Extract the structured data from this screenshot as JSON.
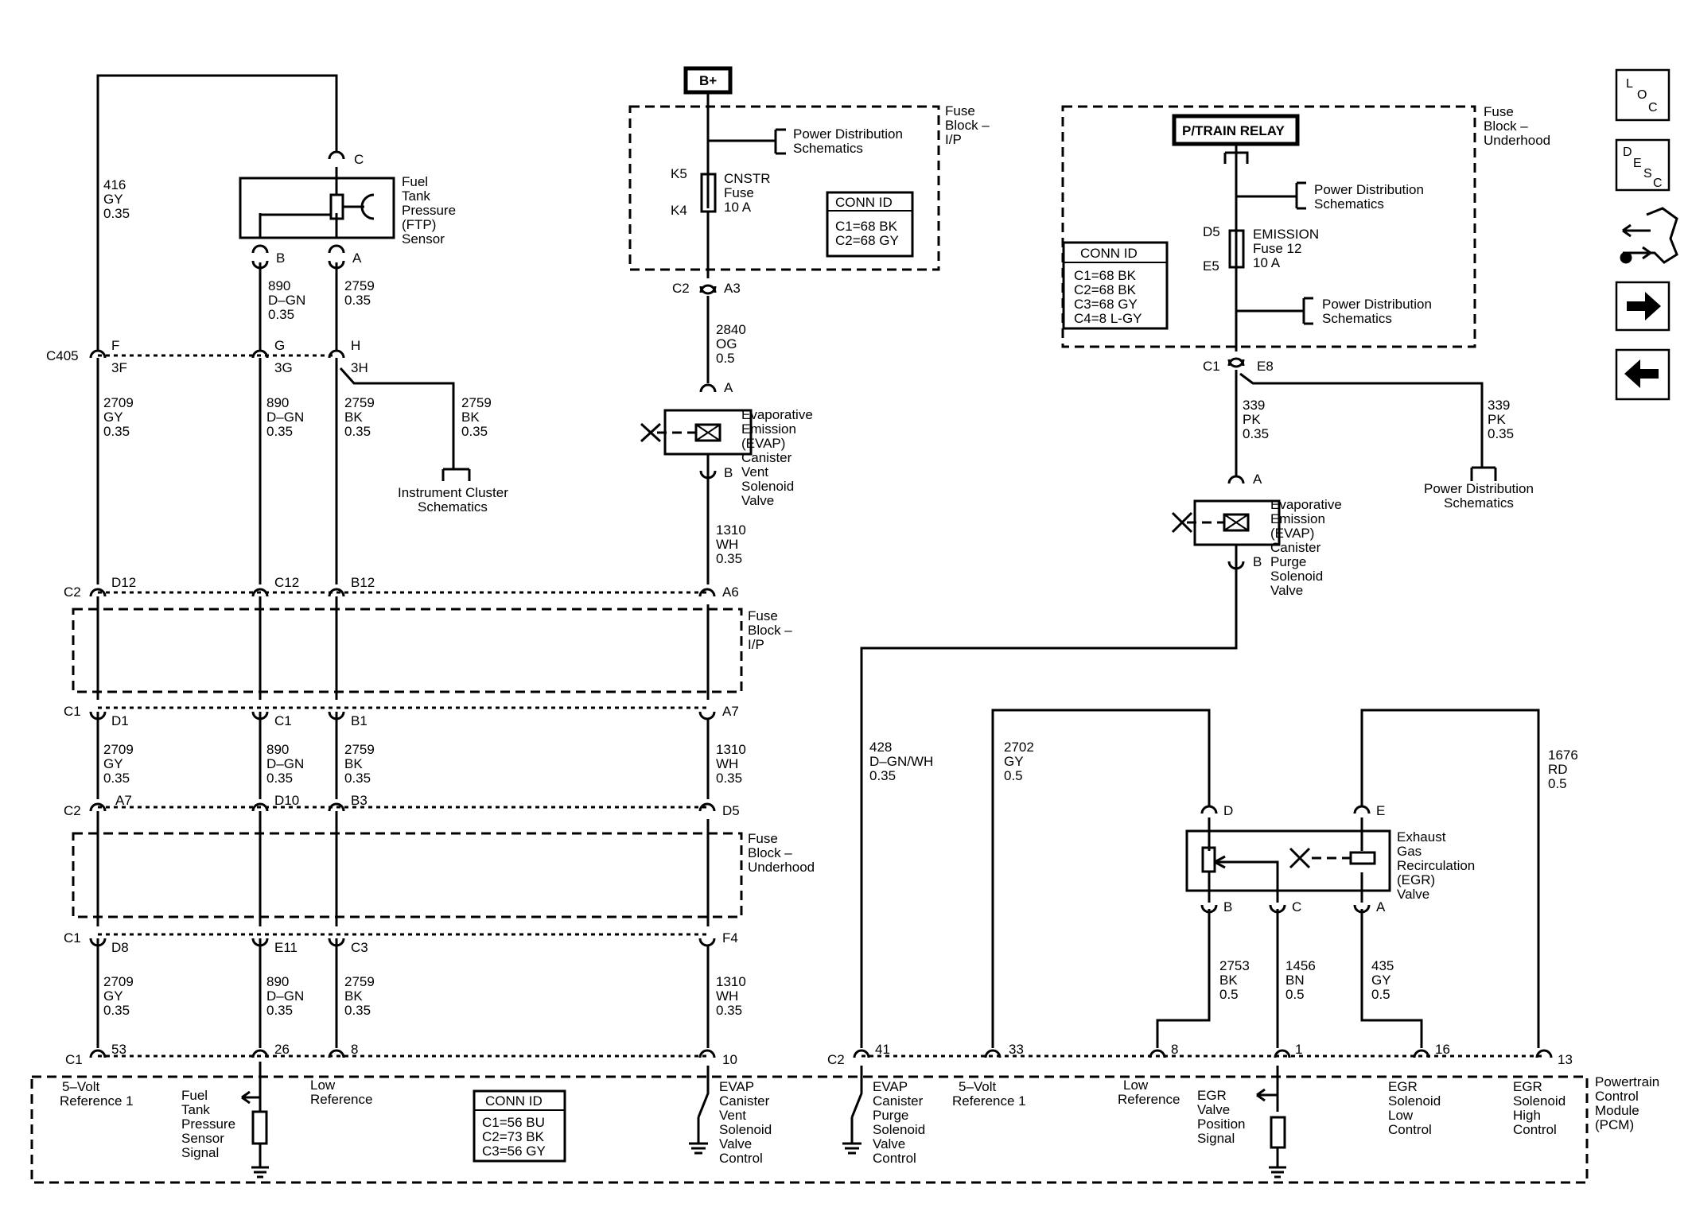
{
  "sensor": {
    "name": [
      "Fuel",
      "Tank",
      "Pressure",
      "(FTP)",
      "Sensor"
    ],
    "pins": {
      "c": "C",
      "b": "B",
      "a": "A"
    }
  },
  "wires": {
    "w416": [
      "416",
      "GY",
      "0.35"
    ],
    "w890_top": [
      "890",
      "D–GN",
      "0.35"
    ],
    "w2759_top": [
      "2759",
      "0.35"
    ],
    "w2709_a": [
      "2709",
      "GY",
      "0.35"
    ],
    "w890_a": [
      "890",
      "D–GN",
      "0.35"
    ],
    "w2759_a": [
      "2759",
      "BK",
      "0.35"
    ],
    "w2759_ic": [
      "2759",
      "BK",
      "0.35"
    ],
    "w2709_b": [
      "2709",
      "GY",
      "0.35"
    ],
    "w890_b": [
      "890",
      "D–GN",
      "0.35"
    ],
    "w2759_b": [
      "2759",
      "BK",
      "0.35"
    ],
    "w2709_c": [
      "2709",
      "GY",
      "0.35"
    ],
    "w890_c": [
      "890",
      "D–GN",
      "0.35"
    ],
    "w2759_c": [
      "2759",
      "BK",
      "0.35"
    ],
    "w2840": [
      "2840",
      "OG",
      "0.5"
    ],
    "w1310_a": [
      "1310",
      "WH",
      "0.35"
    ],
    "w1310_b": [
      "1310",
      "WH",
      "0.35"
    ],
    "w1310_c": [
      "1310",
      "WH",
      "0.35"
    ],
    "w339_a": [
      "339",
      "PK",
      "0.35"
    ],
    "w339_b": [
      "339",
      "PK",
      "0.35"
    ],
    "w428": [
      "428",
      "D–GN/WH",
      "0.35"
    ],
    "w2702": [
      "2702",
      "GY",
      "0.5"
    ],
    "w1676": [
      "1676",
      "RD",
      "0.5"
    ],
    "w2753": [
      "2753",
      "BK",
      "0.5"
    ],
    "w1456": [
      "1456",
      "BN",
      "0.5"
    ],
    "w435": [
      "435",
      "GY",
      "0.5"
    ]
  },
  "connectors": {
    "c405": "C405",
    "c405_pins": [
      "F",
      "G",
      "H"
    ],
    "c405_sub": [
      "3F",
      "3G",
      "3H"
    ],
    "c2_top": "C2",
    "c2_top_pins": [
      "D12",
      "C12",
      "B12",
      "A6"
    ],
    "c1_mid": "C1",
    "c1_mid_pins": [
      "D1",
      "C1",
      "B1",
      "A7"
    ],
    "c2_mid": "C2",
    "c2_mid_pins": [
      "A7",
      "D10",
      "B3",
      "D5"
    ],
    "c1_low": "C1",
    "c1_low_pins": [
      "D8",
      "E11",
      "C3",
      "F4"
    ],
    "pcm_c1": "C1",
    "pcm_c1_pins": [
      "53",
      "26",
      "8",
      "10"
    ],
    "pcm_c2": "C2",
    "pcm_c2_pins": [
      "41",
      "33",
      "8",
      "1",
      "16",
      "13"
    ],
    "ip_c2": "C2",
    "ip_a3": "A3",
    "uh_c1": "C1",
    "uh_e8": "E8"
  },
  "fuse_ip": {
    "battery": "B+",
    "title": [
      "Fuse",
      "Block –",
      "I/P"
    ],
    "pd_label": [
      "Power Distribution",
      "Schematics"
    ],
    "fuse_top_pin": "K5",
    "fuse_bot_pin": "K4",
    "fuse_name": [
      "CNSTR",
      "Fuse",
      "10 A"
    ],
    "conn_id_title": "CONN ID",
    "conn_id": [
      "C1=68 BK",
      "C2=68 GY"
    ]
  },
  "fuse_uh": {
    "relay": "P/TRAIN RELAY",
    "title": [
      "Fuse",
      "Block –",
      "Underhood"
    ],
    "pd_label_1": [
      "Power Distribution",
      "Schematics"
    ],
    "pd_label_2": [
      "Power Distribution",
      "Schematics"
    ],
    "fuse_top_pin": "D5",
    "fuse_bot_pin": "E5",
    "fuse_name": [
      "EMISSION",
      "Fuse 12",
      "10 A"
    ],
    "conn_id_title": "CONN ID",
    "conn_id": [
      "C1=68 BK",
      "C2=68 BK",
      "C3=68 GY",
      "C4=8 L-GY"
    ]
  },
  "evap_vent": {
    "pin_a": "A",
    "pin_b": "B",
    "name": [
      "Evaporative",
      "Emission",
      "(EVAP)",
      "Canister",
      "Vent",
      "Solenoid",
      "Valve"
    ]
  },
  "evap_purge": {
    "pin_a": "A",
    "pin_b": "B",
    "name": [
      "Evaporative",
      "Emission",
      "(EVAP)",
      "Canister",
      "Purge",
      "Solenoid",
      "Valve"
    ]
  },
  "egr": {
    "pins": {
      "d": "D",
      "e": "E",
      "b": "B",
      "c": "C",
      "a": "A"
    },
    "name": [
      "Exhaust",
      "Gas",
      "Recirculation",
      "(EGR)",
      "Valve"
    ]
  },
  "instrument_cluster": [
    "Instrument Cluster",
    "Schematics"
  ],
  "pd_right": [
    "Power Distribution",
    "Schematics"
  ],
  "fuse_block_ip_mid": [
    "Fuse",
    "Block –",
    "I/P"
  ],
  "fuse_block_uh_mid": [
    "Fuse",
    "Block –",
    "Underhood"
  ],
  "pcm": {
    "title": [
      "Powertrain",
      "Control",
      "Module",
      "(PCM)"
    ],
    "conn_id_title": "CONN ID",
    "conn_id": [
      "C1=56 BU",
      "C2=73 BK",
      "C3=56 GY"
    ],
    "labels": {
      "ref5v_1": [
        "5–Volt",
        "Reference 1"
      ],
      "ftp_signal": [
        "Fuel",
        "Tank",
        "Pressure",
        "Sensor",
        "Signal"
      ],
      "low_ref_1": [
        "Low",
        "Reference"
      ],
      "evap_vent_ctrl": [
        "EVAP",
        "Canister",
        "Vent",
        "Solenoid",
        "Valve",
        "Control"
      ],
      "evap_purge_ctrl": [
        "EVAP",
        "Canister",
        "Purge",
        "Solenoid",
        "Valve",
        "Control"
      ],
      "ref5v_2": [
        "5–Volt",
        "Reference 1"
      ],
      "low_ref_2": [
        "Low",
        "Reference"
      ],
      "egr_pos": [
        "EGR",
        "Valve",
        "Position",
        "Signal"
      ],
      "egr_low": [
        "EGR",
        "Solenoid",
        "Low",
        "Control"
      ],
      "egr_high": [
        "EGR",
        "Solenoid",
        "High",
        "Control"
      ]
    }
  },
  "nav": {
    "loc": [
      "L",
      "O",
      "C"
    ],
    "desc": [
      "D",
      "E",
      "S",
      "C"
    ]
  }
}
